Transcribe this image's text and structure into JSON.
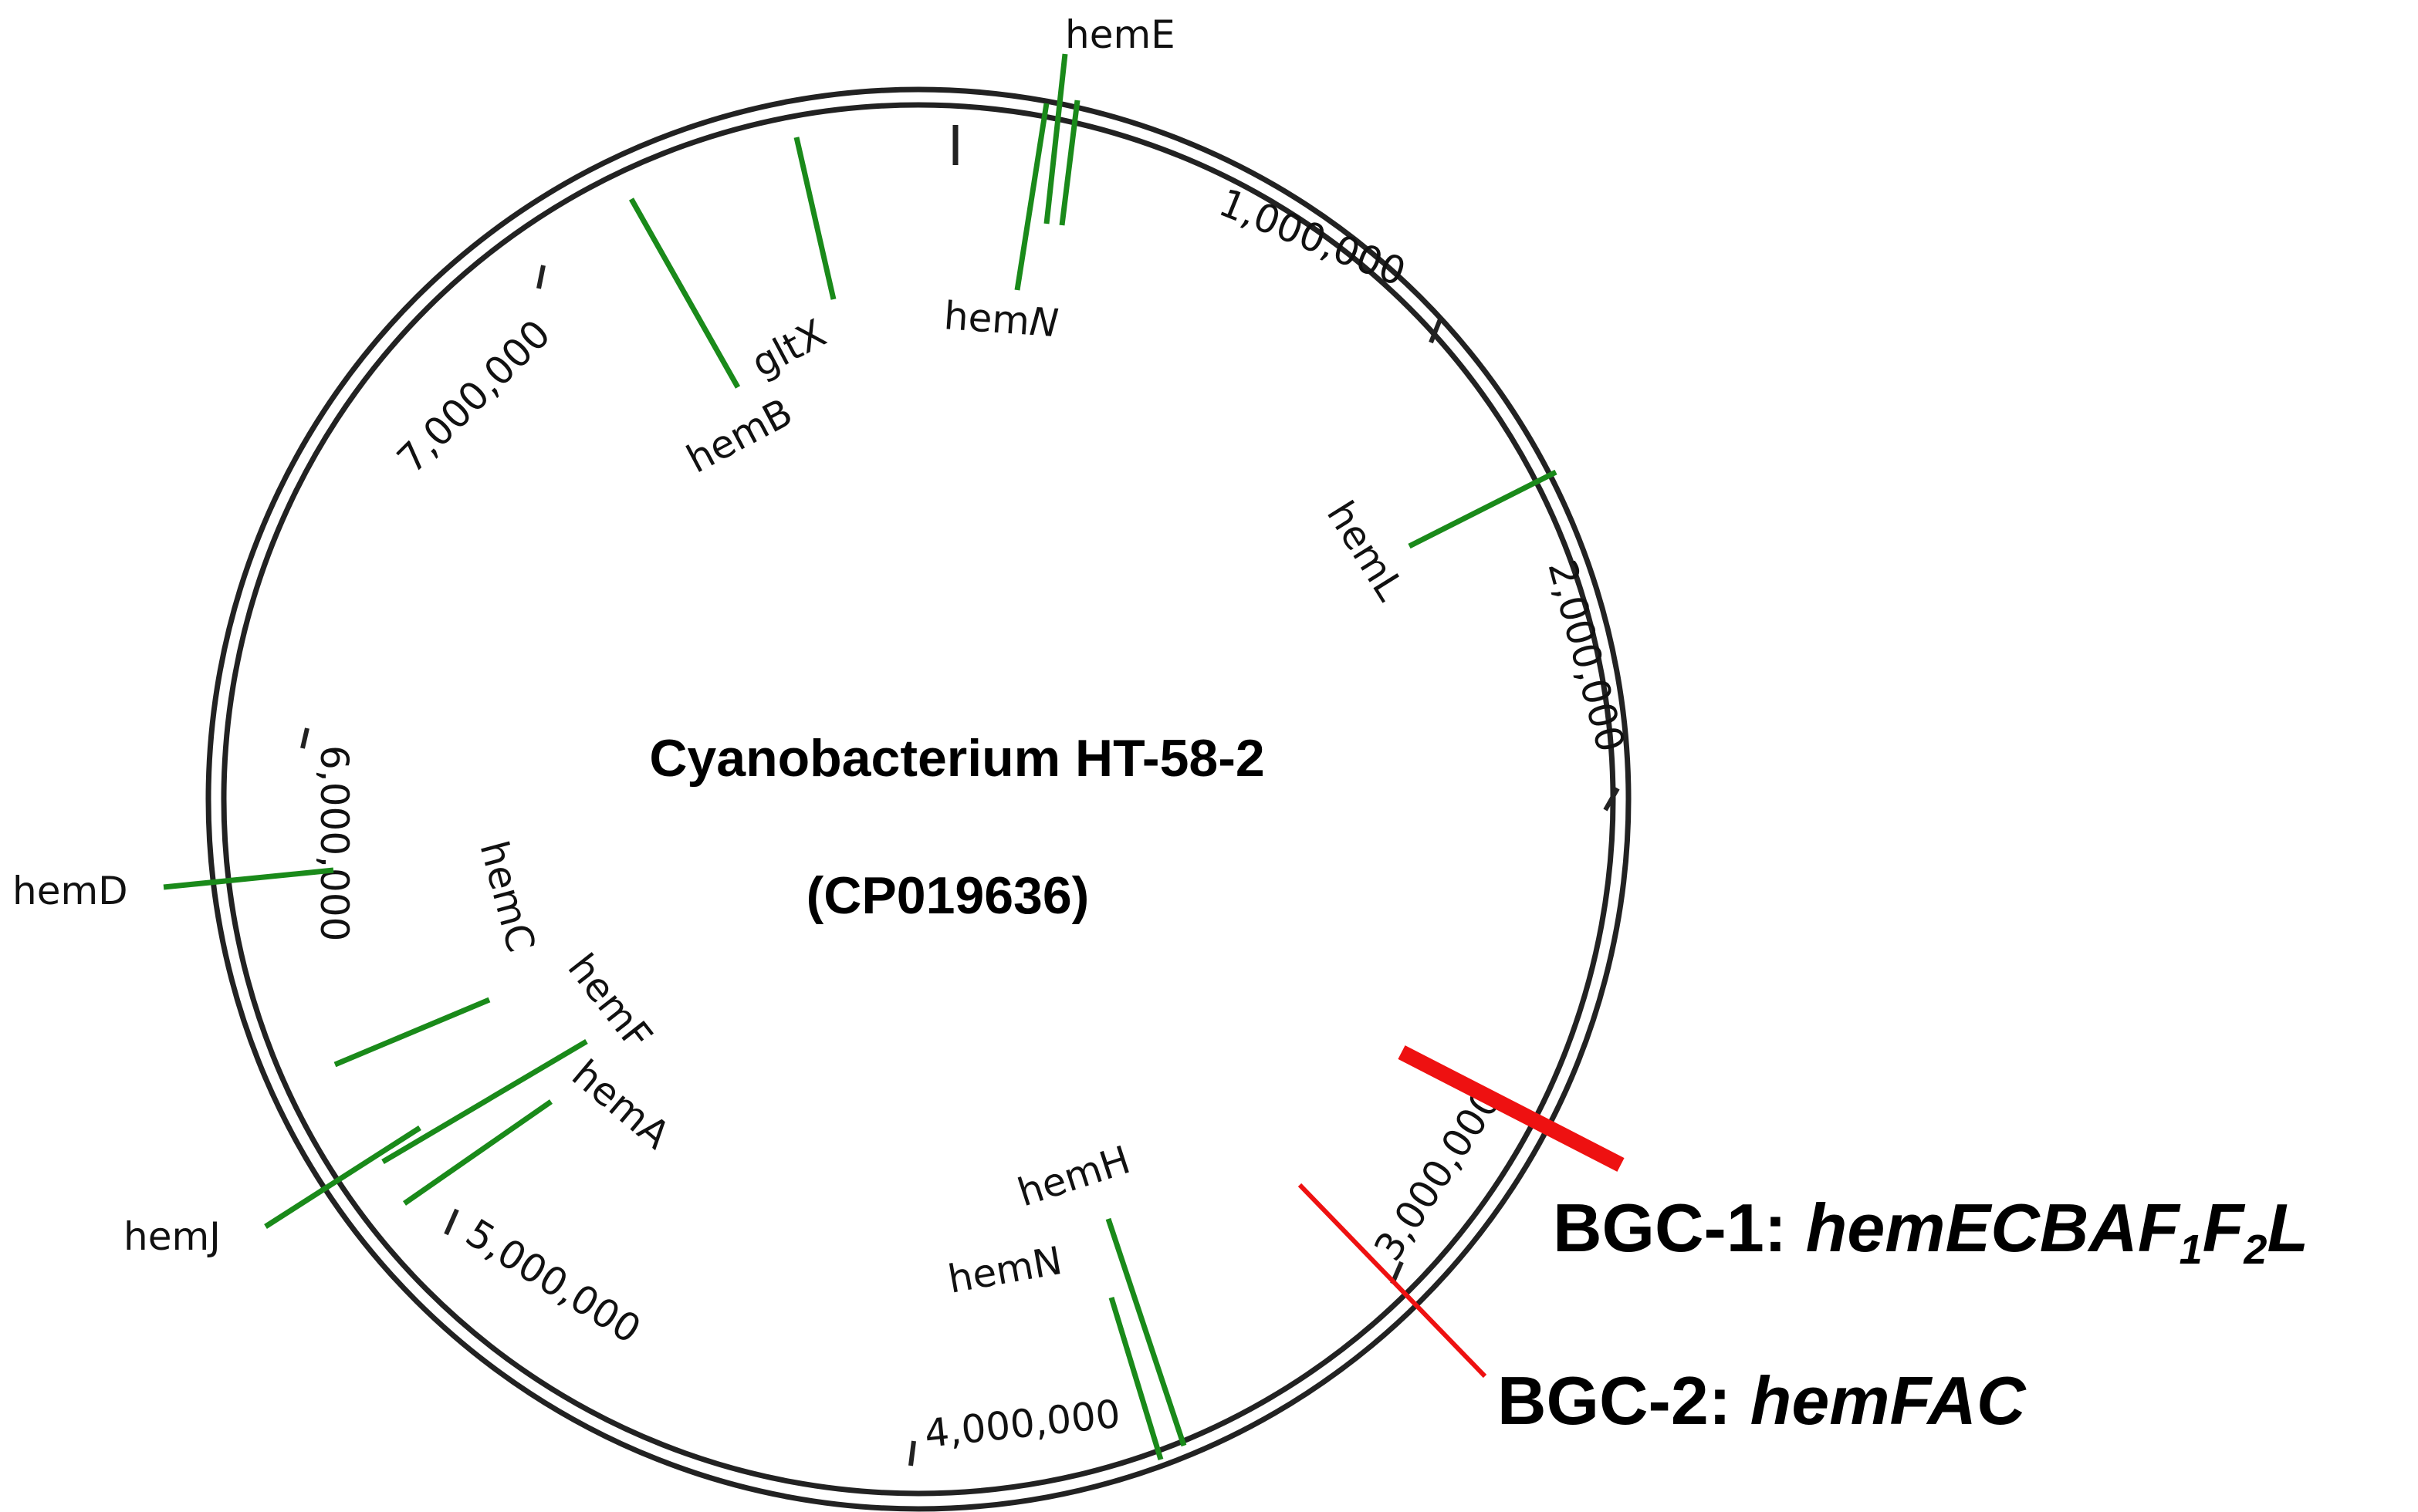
{
  "diagram": {
    "title": "Cyanobacterium HT-58-2",
    "subtitle": "(CP019636)",
    "colors": {
      "gene": "#1a8a1a",
      "bgc": "#ee1111",
      "ring": "#222222"
    }
  },
  "genome_ticks": [
    {
      "label": "1,000,000"
    },
    {
      "label": "2,000,000"
    },
    {
      "label": "3,000,000"
    },
    {
      "label": "4,000,000"
    },
    {
      "label": "5,000,000"
    },
    {
      "label": "6,000,000"
    },
    {
      "label": "7,000,000"
    }
  ],
  "genes": [
    {
      "name": "hemE"
    },
    {
      "name": "hemN",
      "italic_part": "N"
    },
    {
      "name": "gltX"
    },
    {
      "name": "hemB"
    },
    {
      "name": "hemL"
    },
    {
      "name": "hemD"
    },
    {
      "name": "hemC"
    },
    {
      "name": "hemF"
    },
    {
      "name": "hemA"
    },
    {
      "name": "hemJ"
    },
    {
      "name": "hemH"
    },
    {
      "name": "hemN"
    }
  ],
  "clusters": [
    {
      "label": "BGC-1:",
      "genes": "hemECBAF",
      "sub1": "1",
      "mid": "F",
      "sub2": "2",
      "tail": "L"
    },
    {
      "label": "BGC-2:",
      "genes": "hemFAC"
    }
  ]
}
